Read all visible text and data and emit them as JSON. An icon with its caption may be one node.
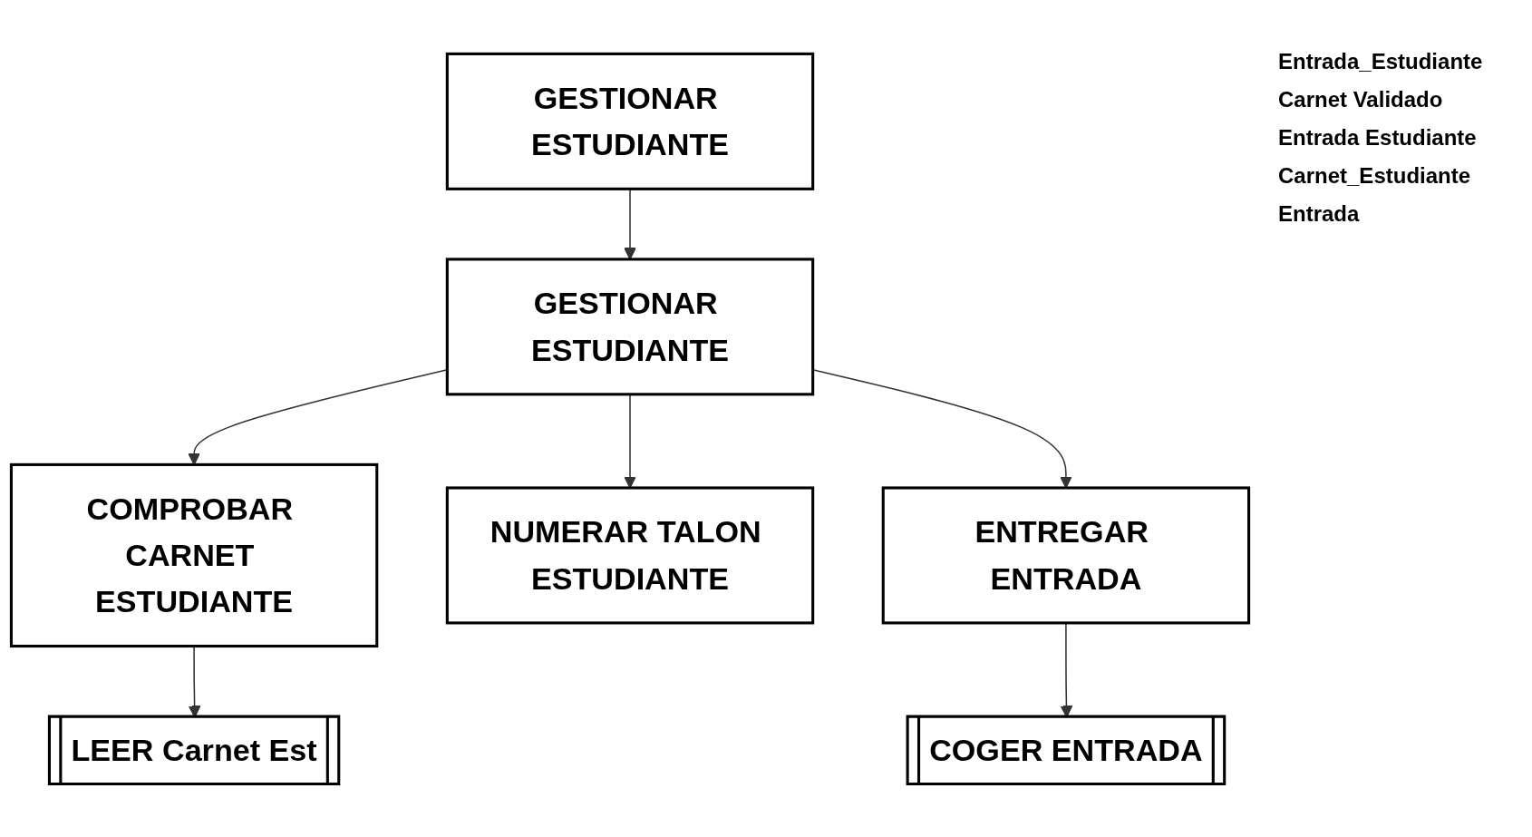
{
  "diagram": {
    "nodes": [
      {
        "text": [
          "GESTIONAR ESTUDIANTE"
        ]
      },
      {
        "text": [
          "GESTIONAR ESTUDIANTE"
        ]
      },
      {
        "text": [
          "COMPROBAR CARNET ESTUDIANTE"
        ]
      },
      {
        "text": [
          "NUMERAR TALON ESTUDIANTE"
        ]
      },
      {
        "text": [
          "ENTREGAR ENTRADA"
        ]
      },
      {
        "text": [
          "LEER Carnet Est"
        ]
      },
      {
        "text": [
          "COGER ENTRADA"
        ]
      }
    ],
    "edges": [
      {
        "from": 0,
        "to": 1,
        "arrow": "to"
      },
      {
        "from": 1,
        "to": 2,
        "arrow": "to"
      },
      {
        "from": 1,
        "to": 3,
        "arrow": "to"
      },
      {
        "from": 1,
        "to": 4,
        "arrow": "to"
      },
      {
        "from": 2,
        "to": 5,
        "arrow": "to"
      },
      {
        "from": 4,
        "to": 6,
        "arrow": "to"
      }
    ],
    "labels": [
      "Entrada_Estudiante",
      "Carnet Validado",
      "Entrada Estudiante",
      "Carnet_Estudiante",
      "Entrada"
    ]
  }
}
